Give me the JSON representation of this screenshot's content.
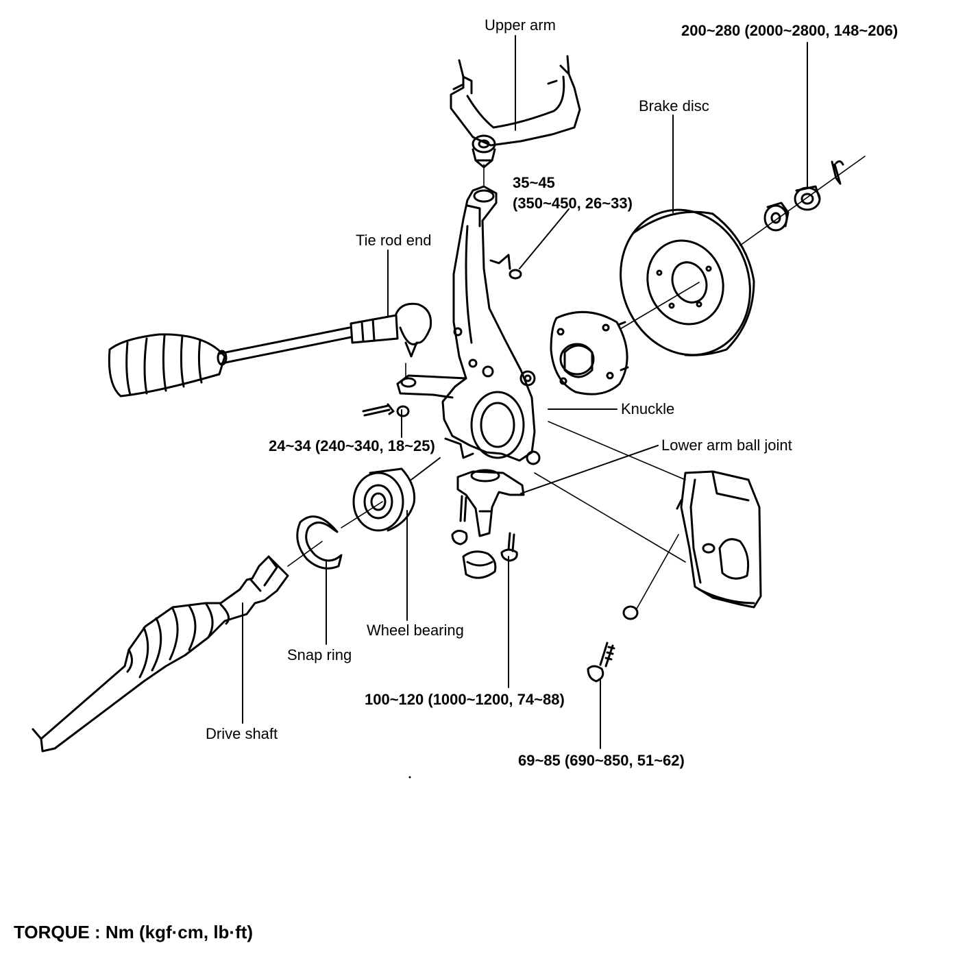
{
  "labels": {
    "upper_arm": "Upper arm",
    "brake_disc": "Brake disc",
    "tie_rod_end": "Tie rod end",
    "knuckle": "Knuckle",
    "lower_arm_ball_joint": "Lower arm ball joint",
    "wheel_bearing": "Wheel bearing",
    "snap_ring": "Snap ring",
    "drive_shaft": "Drive shaft"
  },
  "torques": {
    "hub_nut": "200~280 (2000~2800, 148~206)",
    "upper_arm_nut_line1": "35~45",
    "upper_arm_nut_line2": "(350~450, 26~33)",
    "tie_rod_nut": "24~34 (240~340, 18~25)",
    "ball_joint_bolt": "100~120 (1000~1200, 74~88)",
    "caliper_bolt": "69~85 (690~850, 51~62)"
  },
  "footer": "TORQUE : Nm (kgf·cm, lb·ft)"
}
